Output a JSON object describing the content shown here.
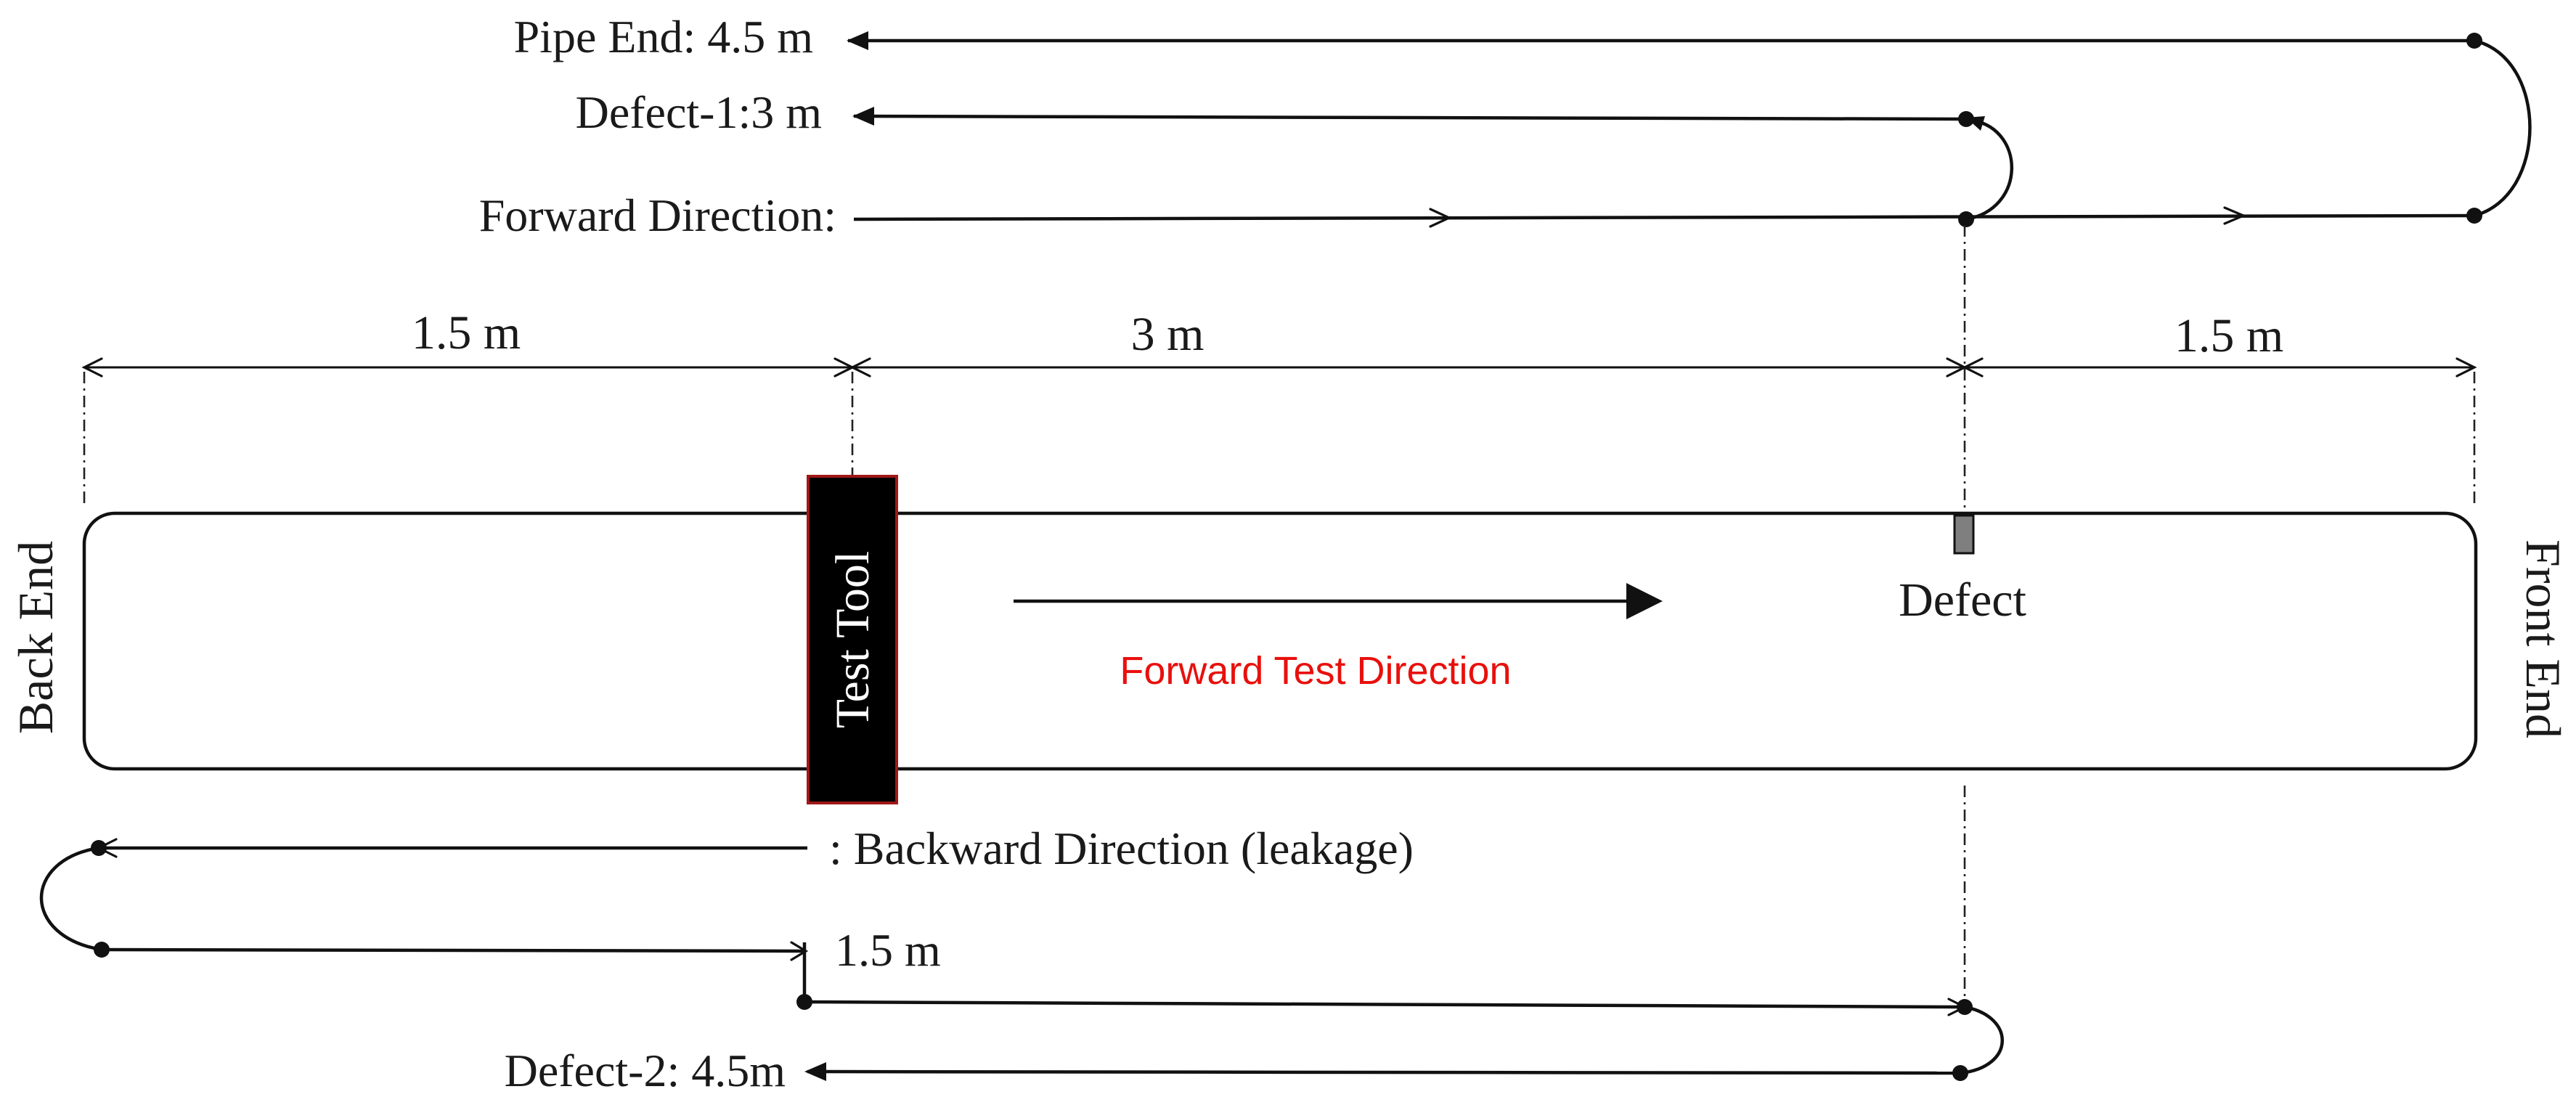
{
  "labels": {
    "pipe_end": "Pipe End: 4.5 m",
    "defect_1": "Defect-1:3 m",
    "forward_direction": "Forward Direction:",
    "backward_direction": ": Backward Direction (leakage)",
    "defect_2": "Defect-2: 4.5m",
    "return_distance": "1.5 m",
    "back_end": "Back End",
    "front_end": "Front End",
    "test_tool": "Test Tool",
    "defect": "Defect",
    "forward_test_direction": "Forward Test Direction"
  },
  "dimensions": {
    "left": "1.5 m",
    "middle": "3 m",
    "right": "1.5 m"
  },
  "colors": {
    "line": "#111111",
    "tool_fill": "#000000",
    "tool_border": "#a01818",
    "defect_marker": "#7f7f7f",
    "accent_text": "#e8100c"
  }
}
